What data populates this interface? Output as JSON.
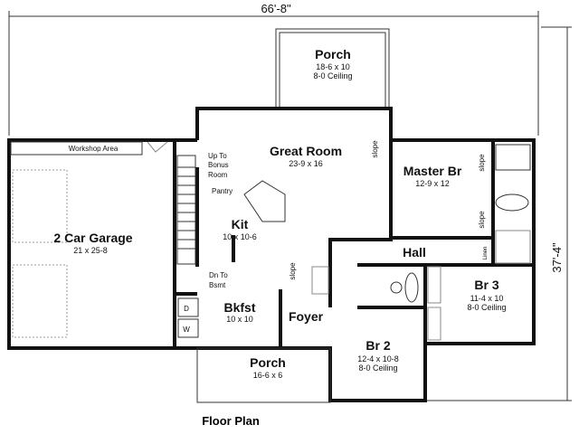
{
  "dimensions": {
    "width": "66'-8\"",
    "depth": "37'-4\""
  },
  "caption": "Floor Plan",
  "rooms": {
    "porch_rear": {
      "name": "Porch",
      "size": "18-6 x 10",
      "ceiling": "8-0 Ceiling"
    },
    "great_room": {
      "name": "Great Room",
      "size": "23-9 x 16"
    },
    "master_br": {
      "name": "Master Br",
      "size": "12-9 x 12"
    },
    "garage": {
      "name": "2 Car Garage",
      "size": "21 x 25-8"
    },
    "workshop": {
      "name": "Workshop Area"
    },
    "kitchen": {
      "name": "Kit",
      "size": "10 x 10-6"
    },
    "hall": {
      "name": "Hall"
    },
    "br3": {
      "name": "Br 3",
      "size": "11-4 x 10",
      "ceiling": "8-0 Ceiling"
    },
    "bkfst": {
      "name": "Bkfst",
      "size": "10 x 10"
    },
    "foyer": {
      "name": "Foyer"
    },
    "br2": {
      "name": "Br 2",
      "size": "12-4 x 10-8",
      "ceiling": "8-0 Ceiling"
    },
    "porch_front": {
      "name": "Porch",
      "size": "16-6 x 6"
    }
  },
  "notes": {
    "up_to_bonus": [
      "Up To",
      "Bonus",
      "Room"
    ],
    "pantry": "Pantry",
    "dn_to_bsmt": [
      "Dn To",
      "Bsmt"
    ],
    "slope": "slope",
    "linen": "Linen",
    "dryer": "D",
    "washer": "W"
  }
}
